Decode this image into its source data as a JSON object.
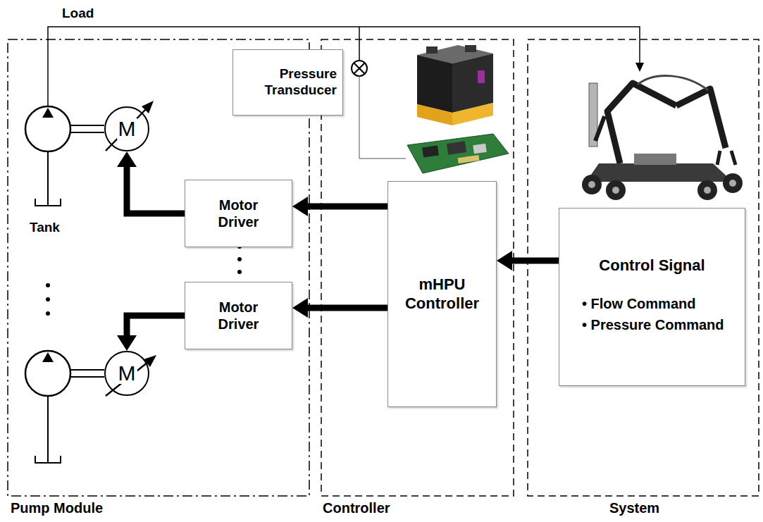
{
  "diagram": {
    "nodes": [
      {
        "text": [
          "Pump Module"
        ]
      },
      {
        "text": [
          "Controller"
        ]
      },
      {
        "text": [
          "System"
        ]
      },
      {
        "text": [
          "Pressure Transducer"
        ]
      },
      {
        "text": [
          "M"
        ],
        "in": 0
      },
      {
        "text": [
          "Motor Driver"
        ],
        "in": 0
      },
      {
        "text": [
          "Motor Driver"
        ],
        "in": 0
      },
      {
        "text": [
          "M"
        ],
        "in": 0
      },
      {
        "text": [
          "mHPU Controller"
        ],
        "in": 1
      },
      {
        "text": [
          "Control Signal",
          "• Flow Command",
          "• Pressure Command"
        ],
        "in": 2
      }
    ],
    "edges": [
      {
        "from": 8,
        "to": 5,
        "arrow": "to"
      },
      {
        "from": 8,
        "to": 6,
        "arrow": "to"
      },
      {
        "from": 9,
        "to": 8,
        "arrow": "to"
      },
      {
        "from": 5,
        "to": 4,
        "arrow": "to"
      },
      {
        "from": 6,
        "to": 7,
        "arrow": "to"
      }
    ],
    "labels": [
      "Load",
      "Tank"
    ]
  }
}
